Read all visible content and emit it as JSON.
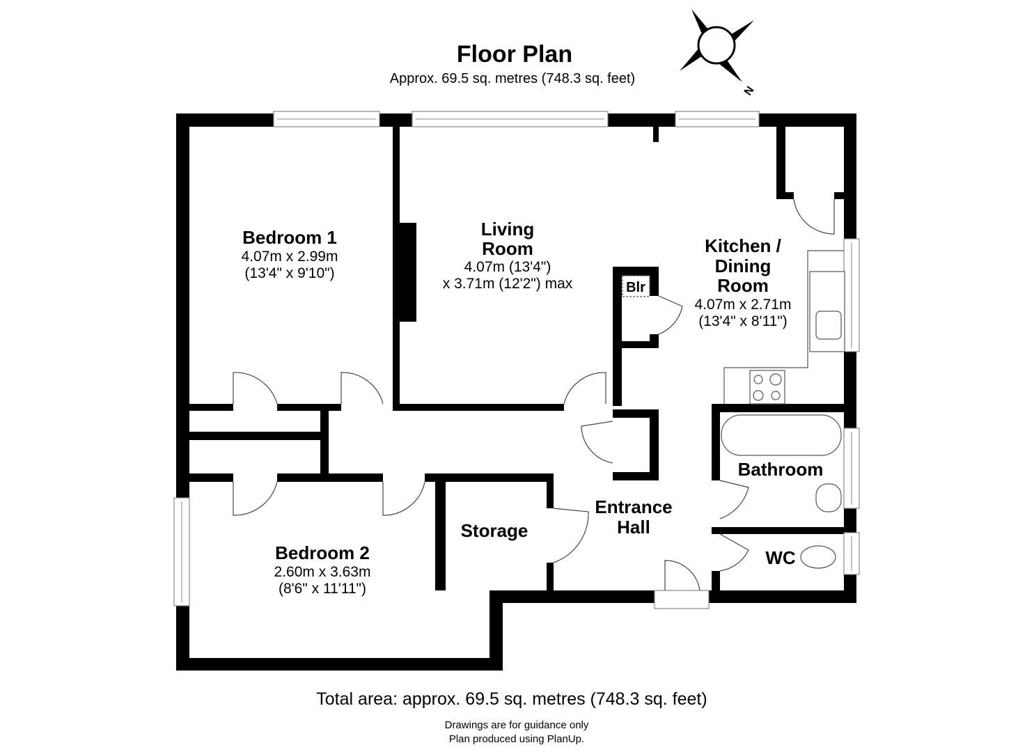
{
  "header": {
    "title": "Floor Plan",
    "subtitle": "Approx. 69.5 sq. metres (748.3 sq. feet)",
    "compass_label": "N"
  },
  "rooms": {
    "bedroom1": {
      "name": "Bedroom 1",
      "dim1": "4.07m x 2.99m",
      "dim2": "(13'4\" x 9'10\")"
    },
    "living": {
      "name1": "Living",
      "name2": "Room",
      "dim1": "4.07m (13'4\")",
      "dim2": "x 3.71m (12'2\") max"
    },
    "kitchen": {
      "name1": "Kitchen /",
      "name2": "Dining",
      "name3": "Room",
      "dim1": "4.07m x 2.71m",
      "dim2": "(13'4\" x 8'11\")"
    },
    "boiler": {
      "name": "Blr"
    },
    "bathroom": {
      "name": "Bathroom"
    },
    "entrance": {
      "name1": "Entrance",
      "name2": "Hall"
    },
    "storage": {
      "name": "Storage"
    },
    "wc": {
      "name": "WC"
    },
    "bedroom2": {
      "name": "Bedroom 2",
      "dim1": "2.60m x 3.63m",
      "dim2": "(8'6\" x 11'11\")"
    }
  },
  "footer": {
    "total": "Total area: approx. 69.5 sq. metres (748.3 sq. feet)",
    "note1": "Drawings are for guidance only",
    "note2": "Plan produced using PlanUp."
  }
}
